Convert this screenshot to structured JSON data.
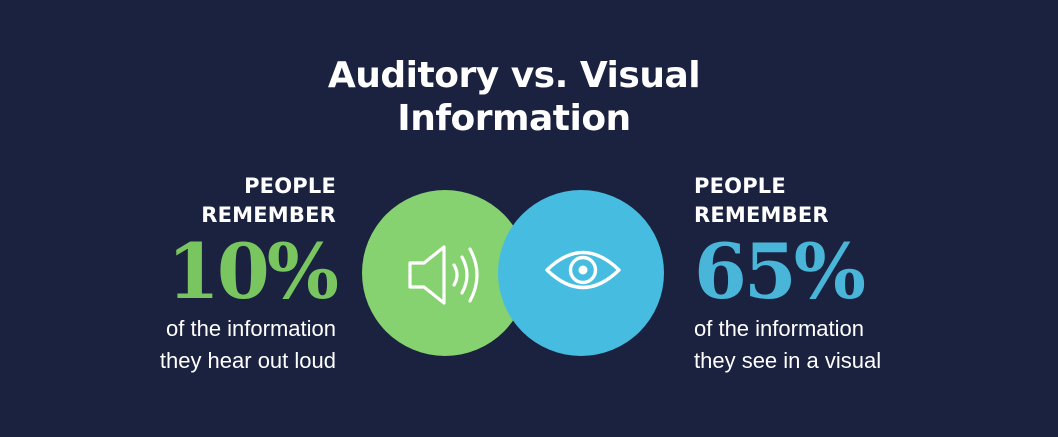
{
  "title": {
    "line1": "Auditory vs. Visual",
    "line2": "Information"
  },
  "left_stat": {
    "kicker_line1": "PEOPLE",
    "kicker_line2": "REMEMBER",
    "percent": "10%",
    "caption_line1": "of the information",
    "caption_line2": "they hear out loud",
    "color": "#79c55f",
    "icon": "speaker-icon"
  },
  "right_stat": {
    "kicker_line1": "PEOPLE",
    "kicker_line2": "REMEMBER",
    "percent": "65%",
    "caption_line1": "of the information",
    "caption_line2": "they see in a visual",
    "color": "#49b5d8",
    "icon": "eye-icon"
  },
  "colors": {
    "background": "#1b2240",
    "green_circle": "#86d270",
    "blue_circle": "#46bde0",
    "text": "#ffffff"
  }
}
